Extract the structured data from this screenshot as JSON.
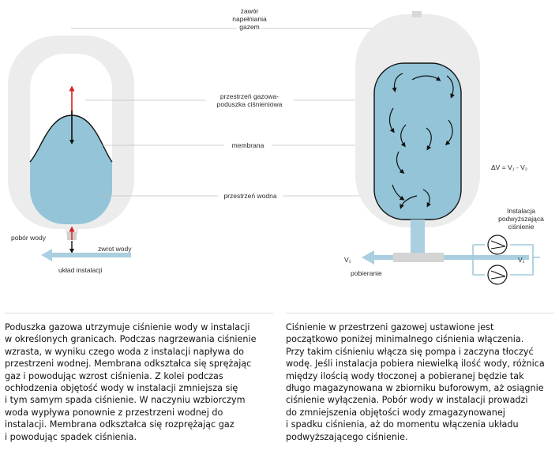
{
  "labels": {
    "valve": [
      "zawór",
      "napełniania",
      "gazem"
    ],
    "gas_space": [
      "przestrzeń gazowa-",
      "poduszka ciśnieniowa"
    ],
    "membrane": "membrana",
    "water_space": "przestrzeń wodna",
    "water_draw": "pobór wody",
    "water_return": "zwrot wody",
    "installation": "układ instalacji",
    "volume_formula": "ΔV = V₁ - V₂",
    "booster": [
      "Instalacja",
      "podwyższająca",
      "ciśnienie"
    ],
    "v1": "V₁",
    "v2": "V₂",
    "draw": "pobieranie"
  },
  "text": {
    "left": "Poduszka gazowa utrzymuje ciśnienie wody w instalacji\nw określonych granicach. Podczas nagrzewania ciśnienie\nwzrasta, w wyniku czego woda z instalacji napływa do\nprzestrzeni wodnej. Membrana odkształca się sprężając\ngaz i powodując wzrost ciśnienia. Z kolei podczas\nochłodzenia objętość wody w instalacji zmniejsza się\ni tym samym spada ciśnienie. W naczyniu wzbiorczym\nwoda wypływa ponownie z przestrzeni wodnej do\ninstalacji. Membrana odkształca się rozprężając gaz\ni powodując spadek ciśnienia.",
    "right": "Ciśnienie w przestrzeni gazowej ustawione jest\npoczątkowo poniżej minimalnego ciśnienia włączenia.\nPrzy takim ciśnieniu włącza się pompa i zaczyna tłoczyć\nwodę. Jeśli instalacja pobiera niewielką ilość wody, różnica\nmiędzy ilością wody tłoczonej a pobieranej będzie tak\ndługo magazynowana w zbiorniku buforowym, aż osiągnie\nciśnienie wyłączenia. Pobór wody w instalacji prowadzi\ndo zmniejszenia objętości wody zmagazynowanej\ni spadku ciśnienia, aż do momentu włączenia układu\npodwyższającego ciśnienie."
  },
  "colors": {
    "vessel": "#ececec",
    "water": "#93c4d8",
    "pipe": "#a9cfe0",
    "arrow_red": "#d42020",
    "line": "#111111",
    "leader": "#bfbfbf"
  }
}
